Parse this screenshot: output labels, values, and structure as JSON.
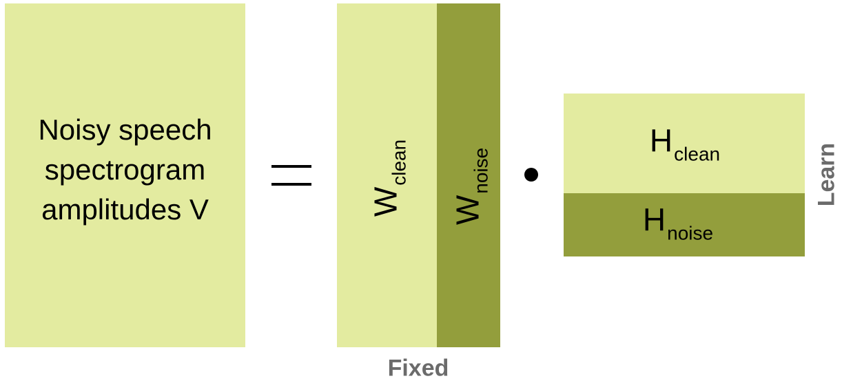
{
  "spectrogram": {
    "lines": [
      "Noisy speech",
      "spectrogram",
      "amplitudes V"
    ]
  },
  "w_matrix": {
    "clean": {
      "symbol": "W",
      "subscript": "clean"
    },
    "noise": {
      "symbol": "W",
      "subscript": "noise"
    }
  },
  "h_matrix": {
    "clean": {
      "symbol": "H",
      "subscript": "clean"
    },
    "noise": {
      "symbol": "H",
      "subscript": "noise"
    }
  },
  "labels": {
    "fixed": "Fixed",
    "learn": "Learn"
  },
  "colors": {
    "light_block": "#e3eba0",
    "dark_block": "#939e3c",
    "caption_text": "#6b6b6b"
  }
}
